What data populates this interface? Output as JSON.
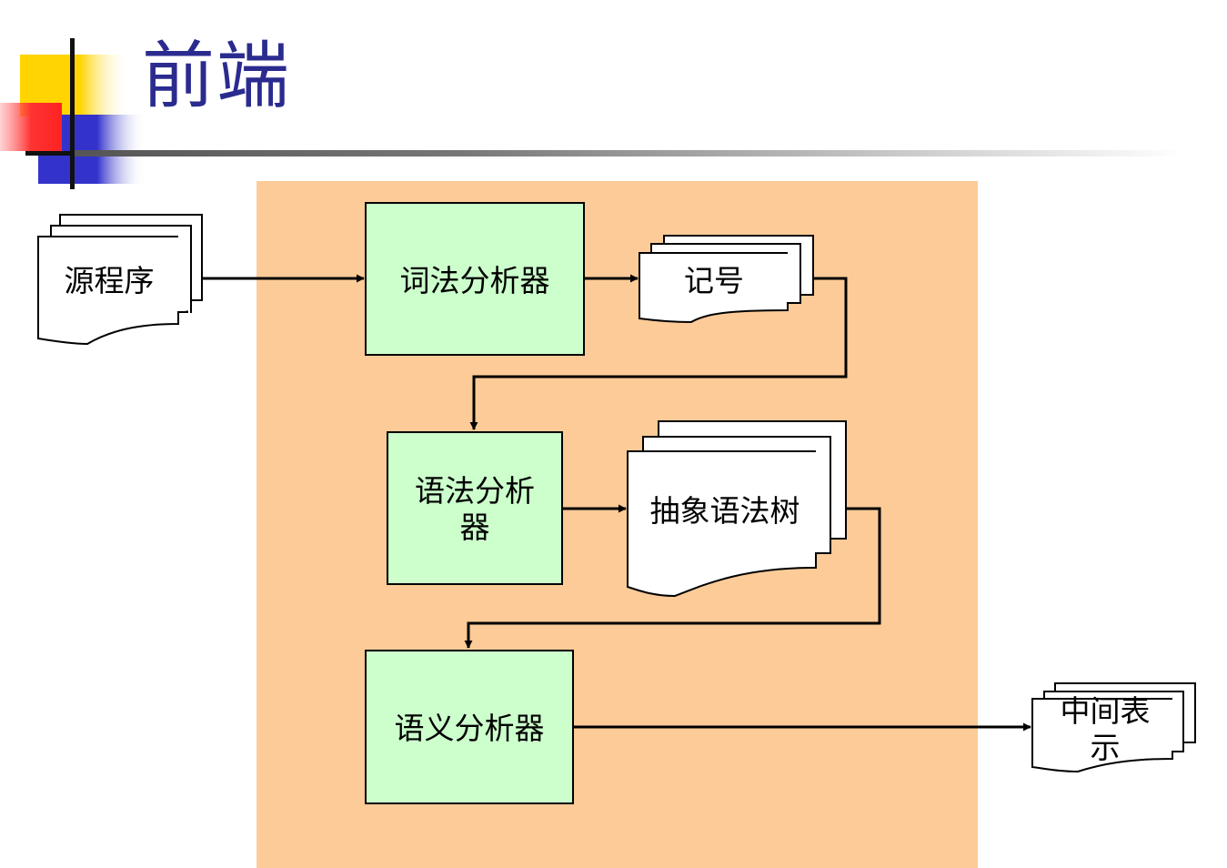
{
  "slide": {
    "title": "前端"
  },
  "diagram": {
    "source_doc": "源程序",
    "lexer": "词法分析器",
    "tokens_doc": "记号",
    "parser_line1": "语法分析",
    "parser_line2": "器",
    "ast_doc": "抽象语法树",
    "semantic": "语义分析器",
    "ir_line1": "中间表",
    "ir_line2": "示"
  },
  "colors": {
    "title": "#2b2b8f",
    "background_panel": "#fdcb98",
    "process_box": "#ccffcc",
    "decor_yellow": "#ffd400",
    "decor_red": "#ff3333",
    "decor_blue": "#3333cc"
  }
}
